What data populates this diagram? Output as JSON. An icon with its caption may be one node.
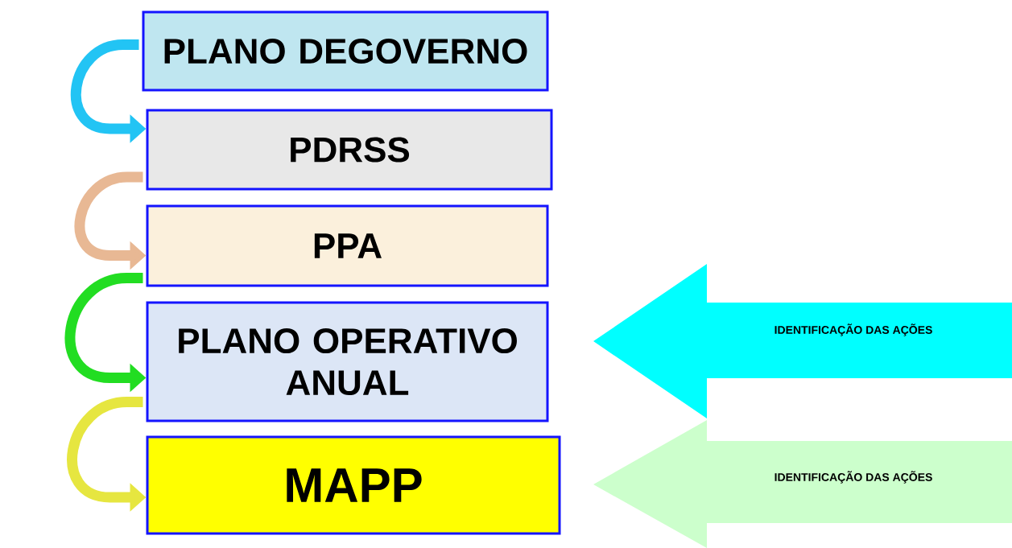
{
  "diagram": {
    "nodes": [
      {
        "text": [
          "PLANO DEGOVERNO"
        ]
      },
      {
        "text": [
          "PDRSS"
        ]
      },
      {
        "text": [
          "PPA"
        ]
      },
      {
        "text": [
          "PLANO OPERATIVO ANUAL"
        ]
      },
      {
        "text": [
          "MAPP"
        ]
      },
      {
        "text": [
          "IDENTIFICAÇÃO DAS AÇÕES"
        ]
      },
      {
        "text": [
          "IDENTIFICAÇÃO DAS AÇÕES"
        ]
      }
    ],
    "edges": [
      {
        "from": 0,
        "to": 1,
        "arrow": "to",
        "color": "#22c4f4"
      },
      {
        "from": 1,
        "to": 2,
        "arrow": "to",
        "color": "#e8b894"
      },
      {
        "from": 2,
        "to": 3,
        "arrow": "to",
        "color": "#22dd22"
      },
      {
        "from": 3,
        "to": 4,
        "arrow": "to",
        "color": "#e6e640"
      }
    ]
  }
}
